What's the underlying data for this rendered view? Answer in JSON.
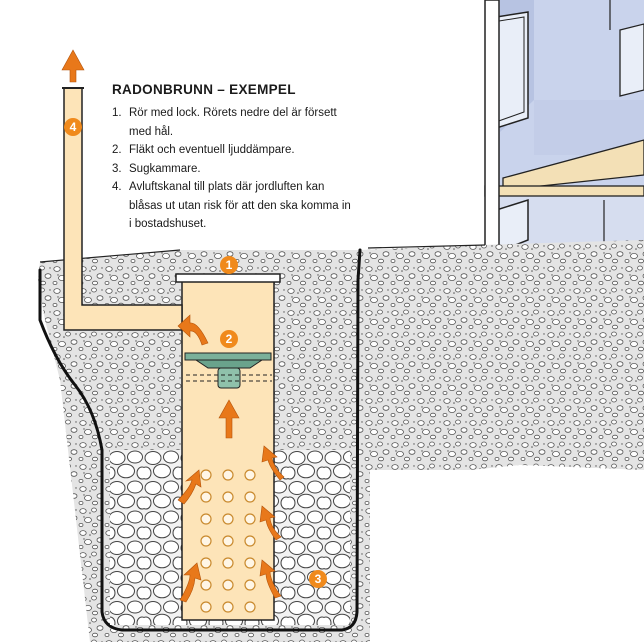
{
  "legend": {
    "title": "RADONBRUNN – EXEMPEL",
    "items": [
      {
        "num": "1.",
        "text": "Rör med lock. Rörets nedre del är försett med hål."
      },
      {
        "num": "2.",
        "text": "Fläkt och eventuell ljuddämpare."
      },
      {
        "num": "3.",
        "text": "Sugkammare."
      },
      {
        "num": "4.",
        "text": "Avluftskanal till plats där jordluften kan blåsas ut utan risk för att den ska komma in i bostadshuset."
      }
    ]
  },
  "markers": {
    "m1": "1",
    "m2": "2",
    "m3": "3",
    "m4": "4"
  },
  "colors": {
    "accent": "#f08a1c",
    "pipe": "#fde4b8",
    "wall": "#c9d3ec",
    "floor": "#f3e0b6",
    "gravel": "#e2e2e2",
    "outline": "#1a1a1a"
  }
}
